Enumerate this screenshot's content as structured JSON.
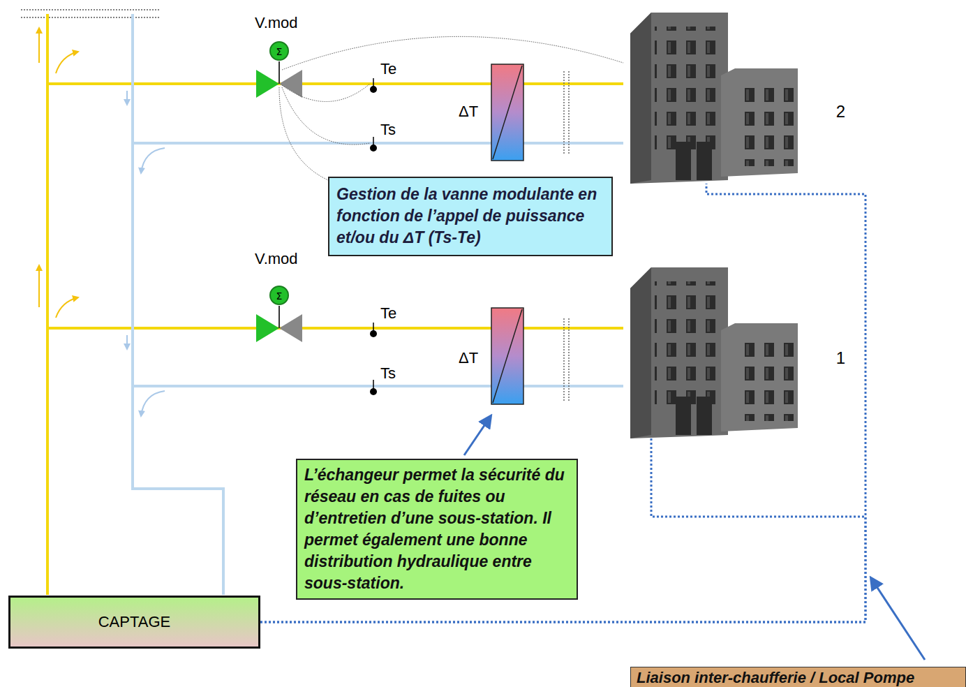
{
  "diagram": {
    "nodes": [
      {
        "text": [
          "2"
        ]
      },
      {
        "text": [
          "Gestion de la vanne modulante en fonction de l’appel de puissance et/ou du ΔT (Ts-Te)"
        ]
      },
      {
        "text": [
          "1"
        ]
      },
      {
        "text": [
          "L’échangeur permet la sécurité du réseau en cas de fuites ou d’entretien d’une sous-station. Il permet également une bonne distribution hydraulique entre sous-station."
        ]
      },
      {
        "text": [
          "CAPTAGE"
        ]
      },
      {
        "text": [
          "Liaison inter-chaufferie / Local Pompe"
        ]
      }
    ],
    "edges": [
      {
        "from": 4,
        "to": 0,
        "arrow": "none"
      },
      {
        "from": 4,
        "to": 2,
        "arrow": "none"
      }
    ],
    "labels": [
      "V.mod",
      "Te",
      "Ts",
      "ΔT",
      "V.mod",
      "Te",
      "Ts",
      "ΔT"
    ]
  }
}
